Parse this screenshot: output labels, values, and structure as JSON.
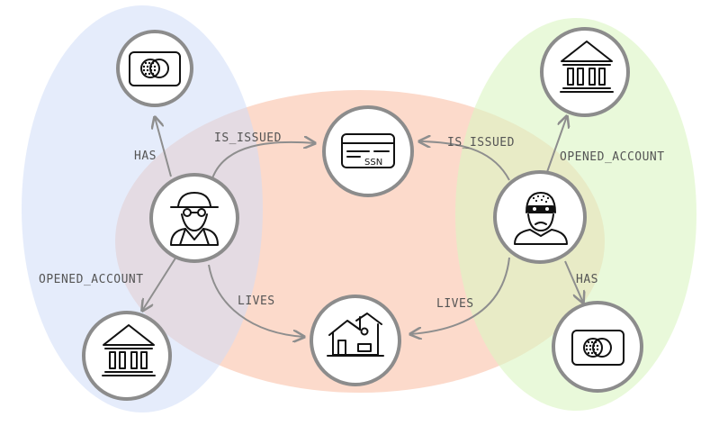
{
  "edge_labels": {
    "left_has": "HAS",
    "left_is_issued": "IS_ISSUED",
    "left_opened_account": "OPENED_ACCOUNT",
    "left_lives": "LIVES",
    "right_is_issued": "IS_ISSUED",
    "right_opened_account": "OPENED_ACCOUNT",
    "right_has": "HAS",
    "right_lives": "LIVES"
  },
  "ssn_card": {
    "text": "SSN"
  },
  "colors": {
    "left_group": "#dfe8fb",
    "middle_group": "#fcd6c8",
    "right_group": "#e7f7d4",
    "node_stroke": "#8c8c8c",
    "edge": "#8e8e8e"
  },
  "icons": {
    "left_person": "spy-icon",
    "right_person": "masked-thief-icon",
    "left_card": "credit-card-icon",
    "right_card": "credit-card-icon",
    "ssn": "id-card-icon",
    "house": "house-icon",
    "left_bank": "bank-icon",
    "right_bank": "bank-icon"
  }
}
